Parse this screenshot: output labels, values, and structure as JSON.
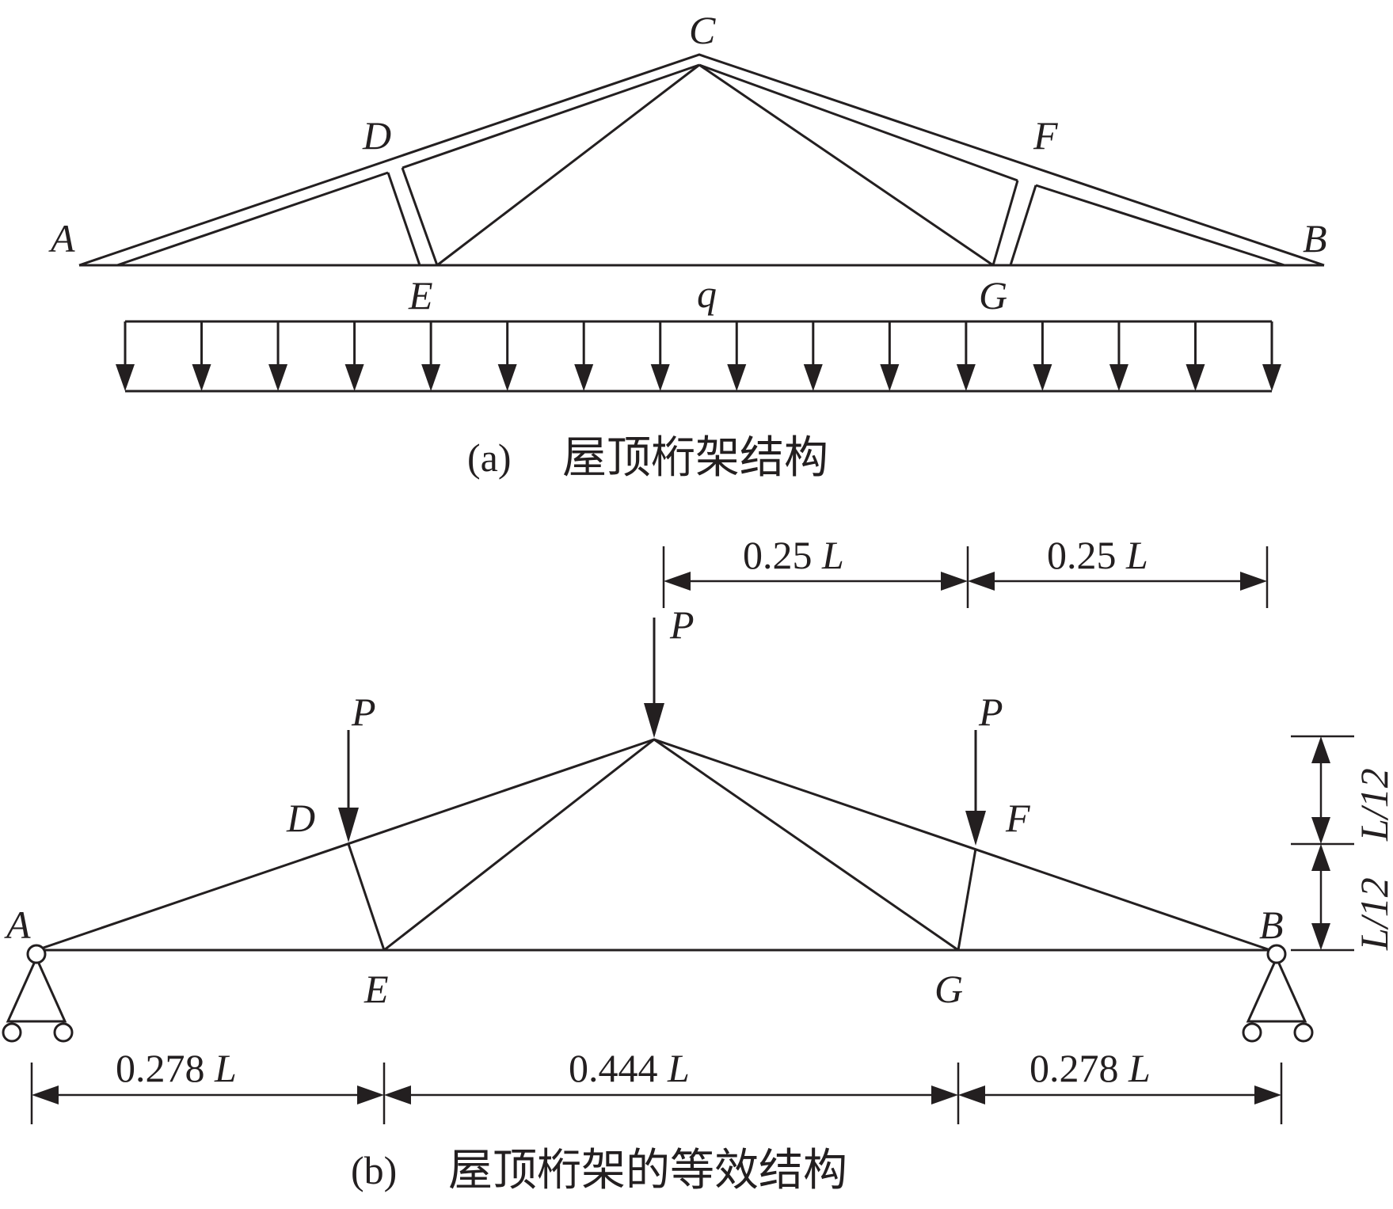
{
  "figure_a": {
    "nodes": {
      "A": "A",
      "B": "B",
      "C": "C",
      "D": "D",
      "E": "E",
      "F": "F",
      "G": "G"
    },
    "load_label": "q",
    "caption_tag": "(a)",
    "caption_text": "屋顶桁架结构"
  },
  "figure_b": {
    "nodes": {
      "A": "A",
      "B": "B",
      "D": "D",
      "E": "E",
      "F": "F",
      "G": "G"
    },
    "loads": {
      "P_left": "P",
      "P_center": "P",
      "P_right": "P"
    },
    "dims": {
      "top_left": "0.25",
      "top_right": "0.25",
      "bottom_left": "0.278",
      "bottom_middle": "0.444",
      "bottom_right": "0.278",
      "unit_L": "L",
      "height_upper": "L/12",
      "height_lower": "L/12"
    },
    "caption_tag": "(b)",
    "caption_text": "屋顶桁架的等效结构"
  }
}
